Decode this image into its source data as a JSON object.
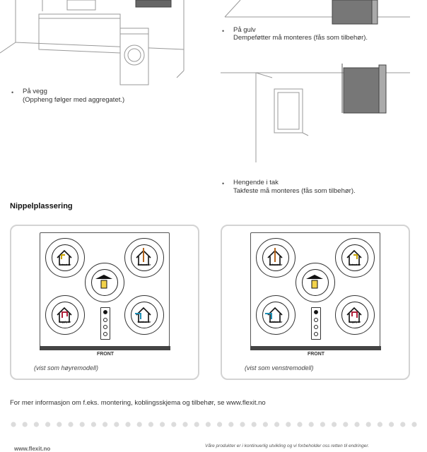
{
  "mounting": {
    "floor": {
      "bullet": "•",
      "title": "På gulv",
      "text": "Dempeføtter må monteres (fås som tilbehør)."
    },
    "wall": {
      "bullet": "•",
      "title": "På vegg",
      "text": "(Oppheng følger med aggregatet.)"
    },
    "ceiling": {
      "bullet": "•",
      "title": "Hengende i tak",
      "text": "Takfeste må monteres (fås som tilbehør)."
    }
  },
  "section_heading": "Nippelplassering",
  "panels": [
    {
      "caption": "(vist som høyremodell)",
      "front_label": "FRONT",
      "nipples": {
        "top_left": "Extract air",
        "top_right": "Exhaust air",
        "bottom_left": "Supply air",
        "bottom_right": "Outdoor air"
      }
    },
    {
      "caption": "(vist som venstremodell)",
      "front_label": "FRONT",
      "nipples": {
        "top_left": "Exhaust air",
        "top_right": "Extract air",
        "bottom_left": "Outdoor air",
        "bottom_right": "Supply air"
      }
    }
  ],
  "info_text": "For mer informasjon om f.eks. montering, koblingsskjema og tilbehør, se www.flexit.no",
  "footer": {
    "brand": "www.flexit.no",
    "disclaimer": "Våre produkter er i kontinuerlig utvikling og vi forbeholder oss retten til endringer."
  },
  "colors": {
    "extract": "#c9a400",
    "exhaust": "#b5651d",
    "supply": "#b0203a",
    "outdoor": "#1f8fb5",
    "panel_border": "#d3d3d3",
    "dot": "#dcdcdc"
  }
}
